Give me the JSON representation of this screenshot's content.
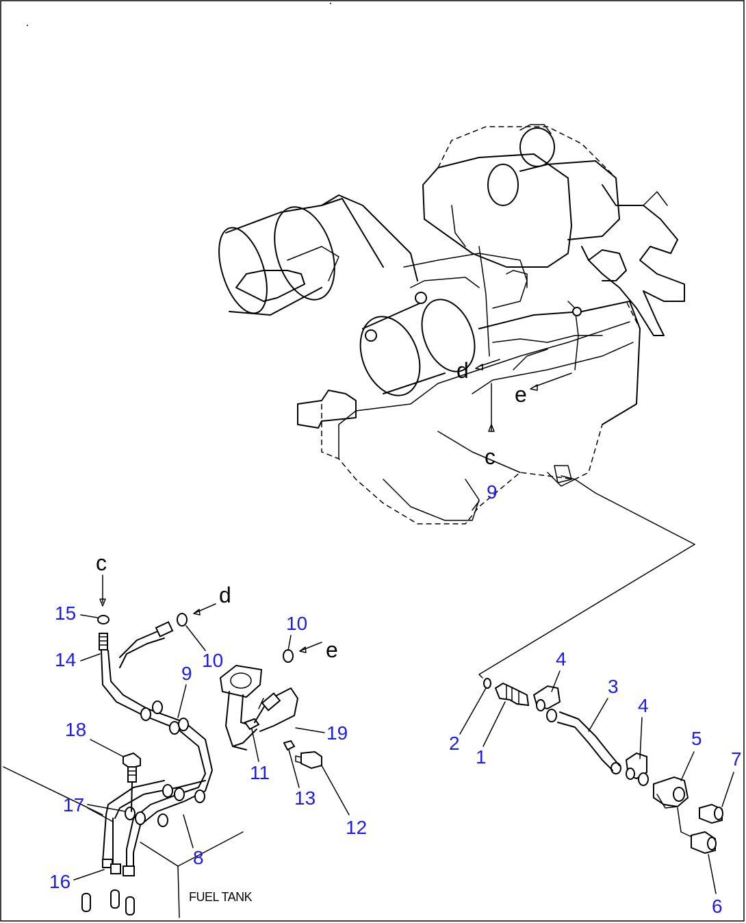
{
  "direction_letters": {
    "c_engine": "c",
    "d_engine": "d",
    "e_engine": "e",
    "c_pipe": "c",
    "d_pipe": "d",
    "e_pipe": "e"
  },
  "fuel_tank_label": "FUEL TANK",
  "callouts": {
    "p9_engine": "9",
    "p15": "15",
    "p14": "14",
    "p10_left": "10",
    "p9_left": "9",
    "p10_right": "10",
    "p19": "19",
    "p11": "11",
    "p18": "18",
    "p13": "13",
    "p12": "12",
    "p17": "17",
    "p8": "8",
    "p16": "16",
    "p4_top": "4",
    "p3": "3",
    "p4_mid": "4",
    "p2": "2",
    "p1": "1",
    "p5": "5",
    "p7": "7",
    "p6": "6"
  },
  "colors": {
    "callout": "#1a1aee",
    "line": "#000000",
    "background": "#ffffff"
  }
}
